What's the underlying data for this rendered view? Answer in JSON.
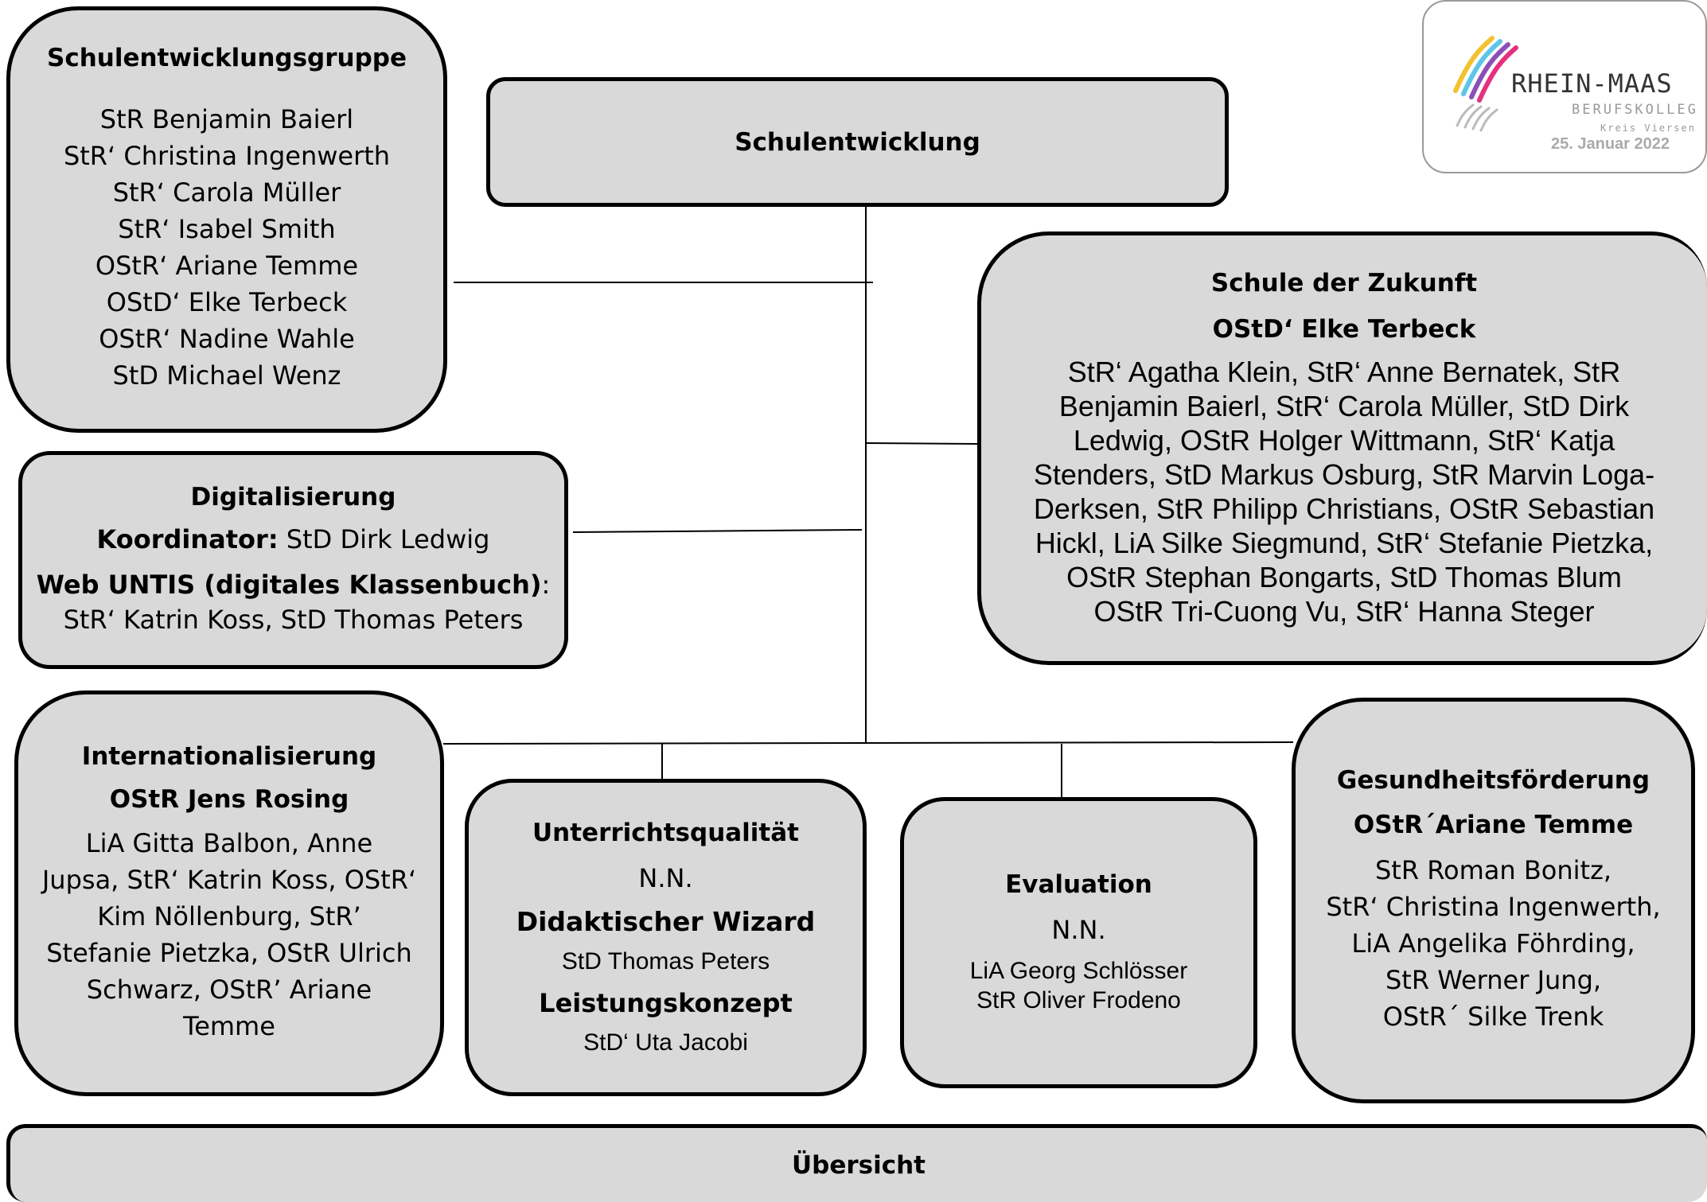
{
  "logo": {
    "name": "RHEIN-MAAS",
    "subtitle": "BERUFSKOLLEG",
    "district": "Kreis Viersen",
    "date": "25. Januar 2022"
  },
  "schulentwicklung": {
    "title": "Schulentwicklung"
  },
  "schulentwicklungsgruppe": {
    "title": "Schulentwicklungsgruppe",
    "members": [
      "StR Benjamin Baierl",
      "StR‘ Christina Ingenwerth",
      "StR‘ Carola Müller",
      "StR‘ Isabel Smith",
      "OStR‘ Ariane Temme",
      "OStD‘ Elke Terbeck",
      "OStR‘ Nadine Wahle",
      "StD Michael Wenz"
    ]
  },
  "schule_der_zukunft": {
    "title": "Schule der Zukunft",
    "lead": "OStD‘ Elke Terbeck",
    "members_lines": [
      "StR‘ Agatha Klein, StR‘ Anne Bernatek, StR",
      "Benjamin Baierl, StR‘ Carola Müller, StD Dirk",
      "Ledwig, OStR Holger Wittmann, StR‘ Katja",
      "Stenders, StD Markus Osburg, StR Marvin Loga-",
      "Derksen, StR Philipp Christians, OStR Sebastian",
      "Hickl, LiA Silke Siegmund, StR‘ Stefanie Pietzka,",
      "OStR Stephan Bongarts, StD Thomas Blum",
      "OStR Tri-Cuong Vu, StR‘ Hanna Steger"
    ]
  },
  "digitalisierung": {
    "title": "Digitalisierung",
    "koordinator_label": "Koordinator:",
    "koordinator": "StD Dirk Ledwig",
    "webuntis_label": "Web UNTIS (digitales Klassenbuch)",
    "webuntis_colon": ":",
    "webuntis_members": "StR‘ Katrin Koss, StD Thomas Peters"
  },
  "internationalisierung": {
    "title": "Internationalisierung",
    "lead": "OStR Jens Rosing",
    "members_lines": [
      "LiA Gitta Balbon, Anne",
      "Jupsa, StR‘ Katrin Koss, OStR‘",
      "Kim Nöllenburg, StR’",
      "Stefanie Pietzka, OStR Ulrich",
      "Schwarz, OStR’ Ariane",
      "Temme"
    ]
  },
  "unterrichtsqualitaet": {
    "title": "Unterrichtsqualität",
    "lead": "N.N.",
    "wizard_title": "Didaktischer Wizard",
    "wizard_member": "StD Thomas Peters",
    "leistung_title": "Leistungskonzept",
    "leistung_member": "StD‘ Uta Jacobi"
  },
  "evaluation": {
    "title": "Evaluation",
    "lead": "N.N.",
    "members": [
      "LiA Georg Schlösser",
      "StR Oliver Frodeno"
    ]
  },
  "gesundheitsfoerderung": {
    "title": "Gesundheitsförderung",
    "lead": "OStR´Ariane Temme",
    "members": [
      "StR Roman Bonitz,",
      "StR‘ Christina Ingenwerth,",
      "LiA Angelika Föhrding,",
      "StR Werner Jung,",
      "OStR´ Silke Trenk"
    ]
  },
  "uebersicht": {
    "title": "Übersicht"
  }
}
